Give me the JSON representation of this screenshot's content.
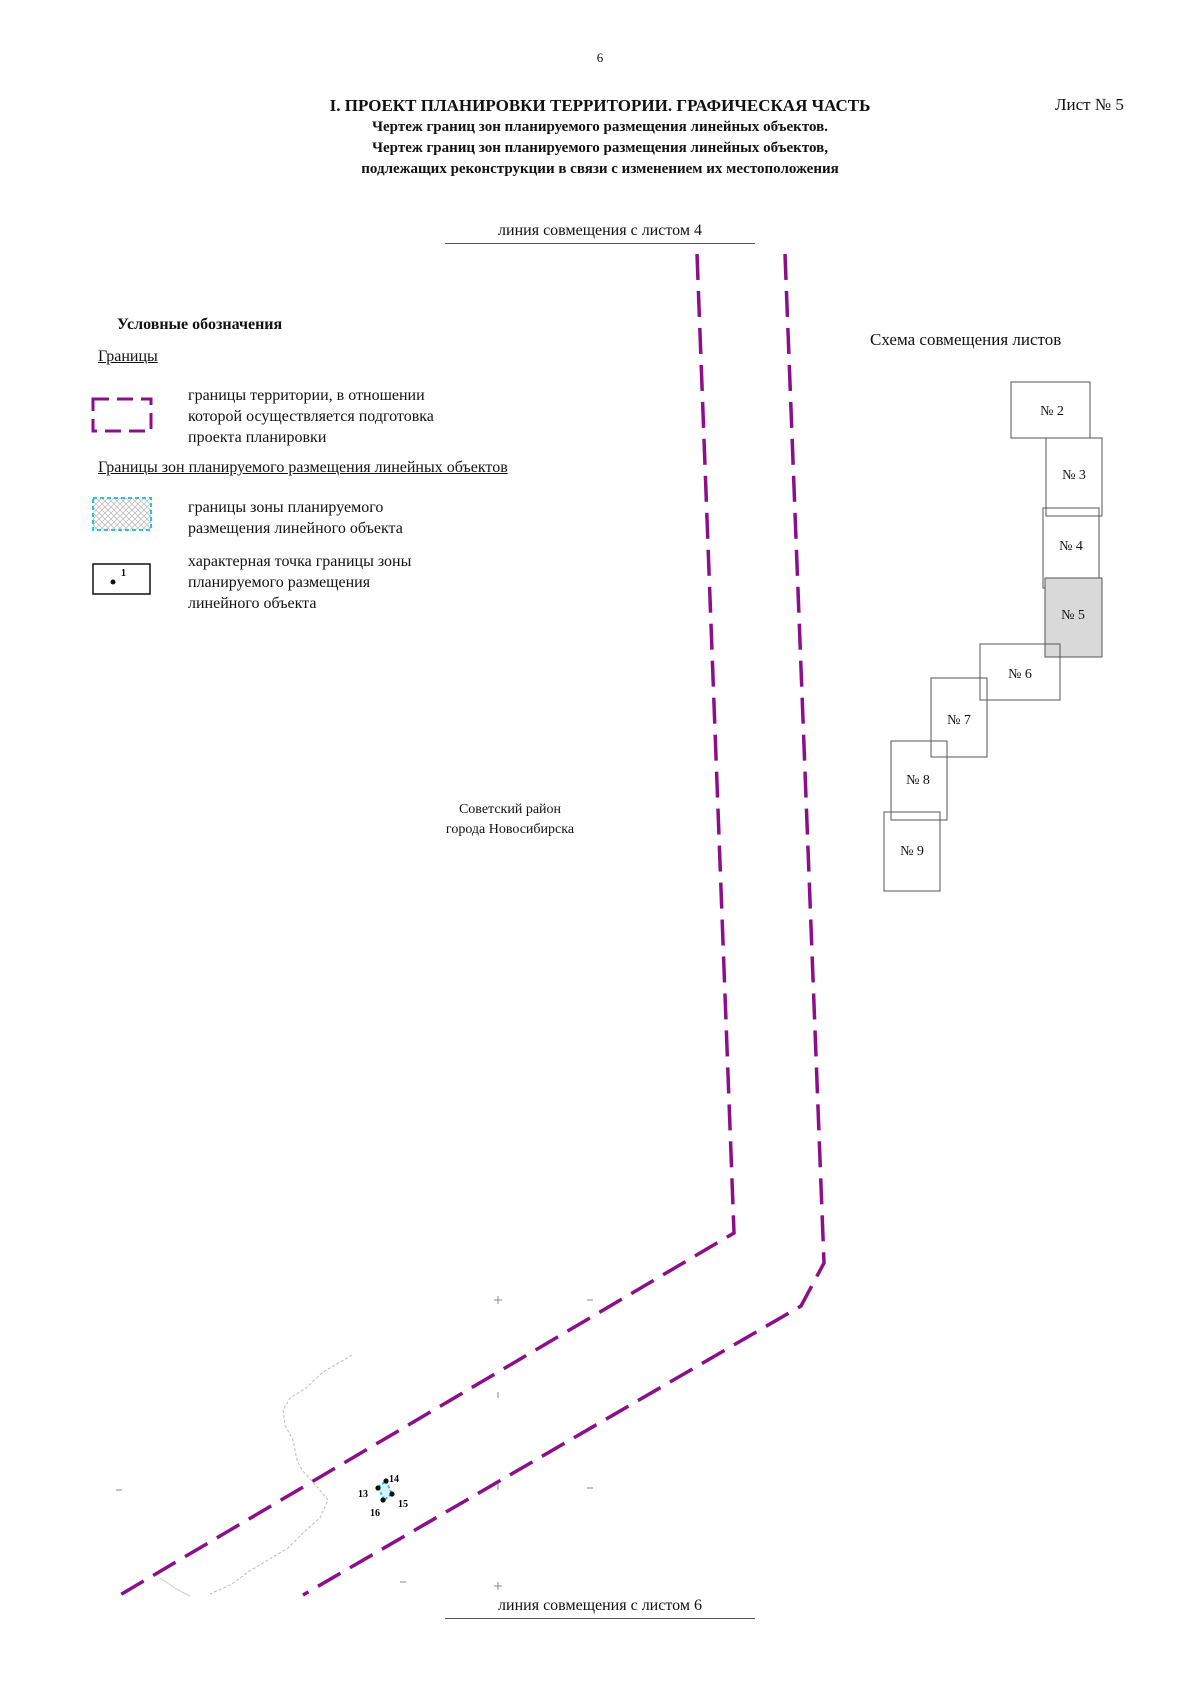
{
  "page_number": "6",
  "sheet_label": "Лист № 5",
  "title": {
    "main": "I. ПРОЕКТ ПЛАНИРОВКИ ТЕРРИТОРИИ. ГРАФИЧЕСКАЯ ЧАСТЬ",
    "line1": "Чертеж границ зон планируемого размещения линейных объектов.",
    "line2": "Чертеж границ зон планируемого размещения линейных объектов,",
    "line3": "подлежащих реконструкции в связи с изменением их местоположения"
  },
  "match_line_top": "линия совмещения с листом 4",
  "match_line_bottom": "линия совмещения с листом 6",
  "legend": {
    "title": "Условные обозначения",
    "section_boundaries": "Границы",
    "territory_line1": "границы территории, в отношении",
    "territory_line2": "которой осуществляется подготовка",
    "territory_line3": "проекта планировки",
    "section_zones": "Границы зон планируемого размещения линейных объектов",
    "zone_line1": "границы зоны планируемого",
    "zone_line2": "размещения линейного объекта",
    "point_line1": "характерная точка границы зоны",
    "point_line2": "планируемого размещения",
    "point_line3": "линейного объекта",
    "point_sample_label": "1"
  },
  "district": {
    "line1": "Советский район",
    "line2": "города Новосибирска"
  },
  "scheme": {
    "title": "Схема совмещения листов",
    "sheets": [
      {
        "label": "№ 2",
        "current": false
      },
      {
        "label": "№ 3",
        "current": false
      },
      {
        "label": "№ 4",
        "current": false
      },
      {
        "label": "№ 5",
        "current": true
      },
      {
        "label": "№ 6",
        "current": false
      },
      {
        "label": "№ 7",
        "current": false
      },
      {
        "label": "№ 8",
        "current": false
      },
      {
        "label": "№ 9",
        "current": false
      }
    ]
  },
  "points": [
    "13",
    "14",
    "15",
    "16"
  ],
  "colors": {
    "territory_boundary": "#8b0f8b",
    "zone_boundary": "#26c6da",
    "current_sheet_fill": "#d9d9d9"
  }
}
